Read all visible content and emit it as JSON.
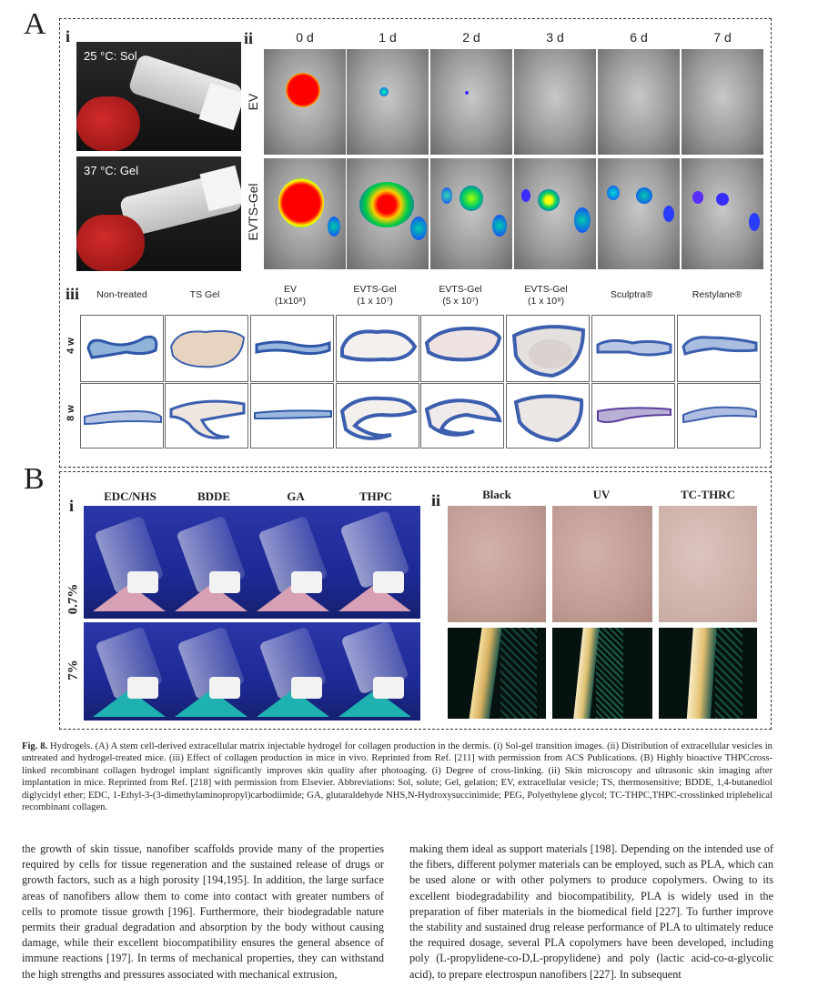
{
  "figure": {
    "panelA": {
      "letter": "A",
      "sub_i": "i",
      "sub_ii": "ii",
      "sub_iii": "iii",
      "vial_top_label": "25 °C: Sol",
      "vial_bottom_label": "37 °C: Gel",
      "days": [
        "0 d",
        "1 d",
        "2 d",
        "3 d",
        "6 d",
        "7 d"
      ],
      "rows": [
        "EV",
        "EVTS-Gel"
      ],
      "histology_headers": [
        {
          "line1": "Non-treated",
          "line2": ""
        },
        {
          "line1": "TS Gel",
          "line2": ""
        },
        {
          "line1": "EV",
          "line2": "(1x10⁸)"
        },
        {
          "line1": "EVTS-Gel",
          "line2": "(1 x 10⁷)"
        },
        {
          "line1": "EVTS-Gel",
          "line2": "(5 x 10⁷)"
        },
        {
          "line1": "EVTS-Gel",
          "line2": "(1 x 10⁸)"
        },
        {
          "line1": "Sculptra®",
          "line2": ""
        },
        {
          "line1": "Restylane®",
          "line2": ""
        }
      ],
      "histology_rows": [
        "4 w",
        "8 w"
      ]
    },
    "panelB": {
      "letter": "B",
      "sub_i": "i",
      "sub_ii": "ii",
      "crosslinkers": [
        "EDC/NHS",
        "BDDE",
        "GA",
        "THPC"
      ],
      "concentrations": [
        "0.7%",
        "7%"
      ],
      "skin_groups": [
        "Black",
        "UV",
        "TC-THRC"
      ]
    },
    "caption": {
      "label": "Fig. 8.",
      "text": " Hydrogels. (A) A stem cell-derived extracellular matrix injectable hydrogel for collagen production in the dermis. (i) Sol-gel transition images. (ii) Distribution of extracellular vesicles in untreated and hydrogel-treated mice. (iii) Effect of collagen production in mice in vivo. Reprinted from Ref. [211] with permission from ACS Publications. (B) Highly bioactive THPCcross-linked recombinant collagen hydrogel implant significantly improves skin quality after photoaging. (i) Degree of cross-linking. (ii) Skin microscopy and ultrasonic skin imaging after implantation in mice. Reprinted from Ref. [218] with permission from Elsevier. Abbreviations: Sol, solute; Gel, gelation; EV, extracellular vesicle; TS, thermosensitive; BDDE, 1,4-butanediol diglycidyl ether; EDC, 1-Ethyl-3-(3-dimethylaminopropyl)carbodiimide; GA, glutaraldehyde NHS,N-Hydroxysuccinimide; PEG, Polyethylene glycol; TC-THPC,THPC-crosslinked triplehelical recombinant collagen."
    }
  },
  "body": {
    "left": "the growth of skin tissue, nanofiber scaffolds provide many of the properties required by cells for tissue regeneration and the sustained release of drugs or growth factors, such as a high porosity [194,195]. In addition, the large surface areas of nanofibers allow them to come into contact with greater numbers of cells to promote tissue growth [196]. Furthermore, their biodegradable nature permits their gradual degradation and absorption by the body without causing damage, while their excellent biocompatibility ensures the general absence of immune reactions [197]. In terms of mechanical properties, they can withstand the high strengths and pressures associated with mechanical extrusion,",
    "right": "making them ideal as support materials [198]. Depending on the intended use of the fibers, different polymer materials can be employed, such as PLA, which can be used alone or with other polymers to produce copolymers. Owing to its excellent biodegradability and biocompatibility, PLA is widely used in the preparation of fiber materials in the biomedical field [227]. To further improve the stability and sustained drug release performance of PLA to ultimately reduce the required dosage, several PLA copolymers have been developed, including poly (L-propylidene-co-D,L-propylidene) and poly (lactic acid-co-α-glycolic acid), to prepare electrospun nanofibers [227]. In subsequent"
  }
}
